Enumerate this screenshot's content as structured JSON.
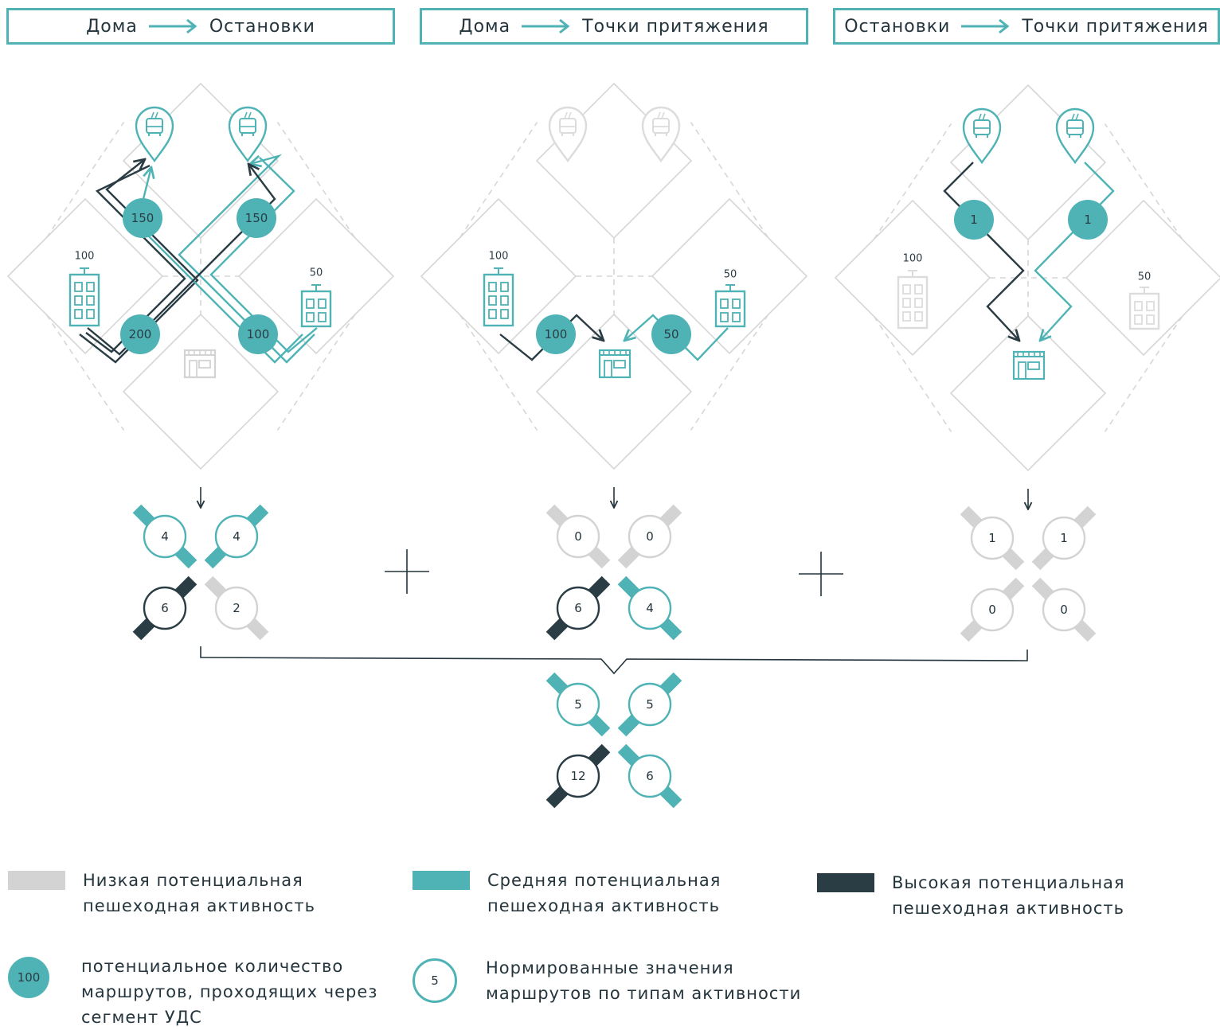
{
  "colors": {
    "low": "#d3d3d3",
    "medium": "#4fb3b5",
    "high": "#2a3c44",
    "outline": "#d6d6d6",
    "text": "#24353d"
  },
  "headers": [
    {
      "from": "Дома",
      "to": "Остановки"
    },
    {
      "from": "Дома",
      "to": "Точки притяжения"
    },
    {
      "from": "Остановки",
      "to": "Точки притяжения"
    }
  ],
  "panels": [
    {
      "house_left_label": "100",
      "house_right_label": "50",
      "route_counts": [
        "150",
        "150",
        "200",
        "100"
      ]
    },
    {
      "house_left_label": "100",
      "house_right_label": "50",
      "route_counts": [
        "100",
        "50"
      ]
    },
    {
      "house_left_label": "100",
      "house_right_label": "50",
      "route_counts": [
        "1",
        "1"
      ]
    }
  ],
  "crosses": [
    {
      "values": [
        "4",
        "4",
        "6",
        "2"
      ],
      "levels": [
        "medium",
        "medium",
        "high",
        "low"
      ]
    },
    {
      "values": [
        "0",
        "0",
        "6",
        "4"
      ],
      "levels": [
        "low",
        "low",
        "high",
        "medium"
      ]
    },
    {
      "values": [
        "1",
        "1",
        "0",
        "0"
      ],
      "levels": [
        "low",
        "low",
        "low",
        "low"
      ]
    },
    {
      "values": [
        "5",
        "5",
        "12",
        "6"
      ],
      "levels": [
        "medium",
        "medium",
        "high",
        "medium"
      ]
    }
  ],
  "operators": [
    "+",
    "+"
  ],
  "legend": {
    "low": "Низкая потенциальная\nпешеходная активность",
    "medium": "Средняя потенциальная\nпешеходная активность",
    "high": "Высокая потенциальная\nпешеходная активность",
    "route_count_sample": "100",
    "route_count_text": "потенциальное количество\nмаршрутов, проходящих через\nсегмент УДС",
    "normalized_sample": "5",
    "normalized_text": "Нормированные значения\nмаршрутов по типам активности"
  }
}
